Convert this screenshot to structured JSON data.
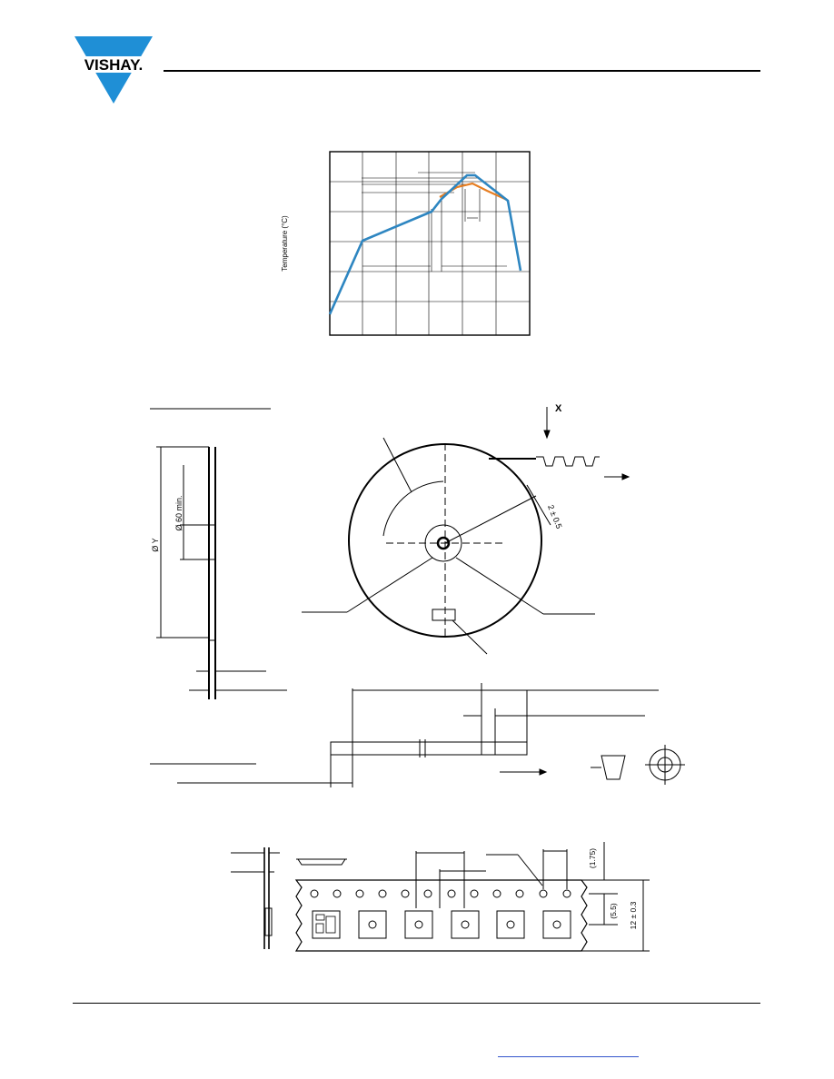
{
  "header": {
    "logo_text": "VISHAY."
  },
  "reflow_profile": {
    "ylabel": "Temperature (°C)",
    "colors": {
      "lead_free": "#2e86c1",
      "snpb": "#e67e22"
    }
  },
  "reel": {
    "view_marker": "X",
    "hub_min_label": "Ø 60 min.",
    "diameter_label": "Ø Y",
    "tape_offset_label": "2 ± 0.5"
  },
  "tape": {
    "pitch_label": "(1.75)",
    "pocket_label": "(5.5)",
    "width_label": "12 ± 0.3"
  }
}
